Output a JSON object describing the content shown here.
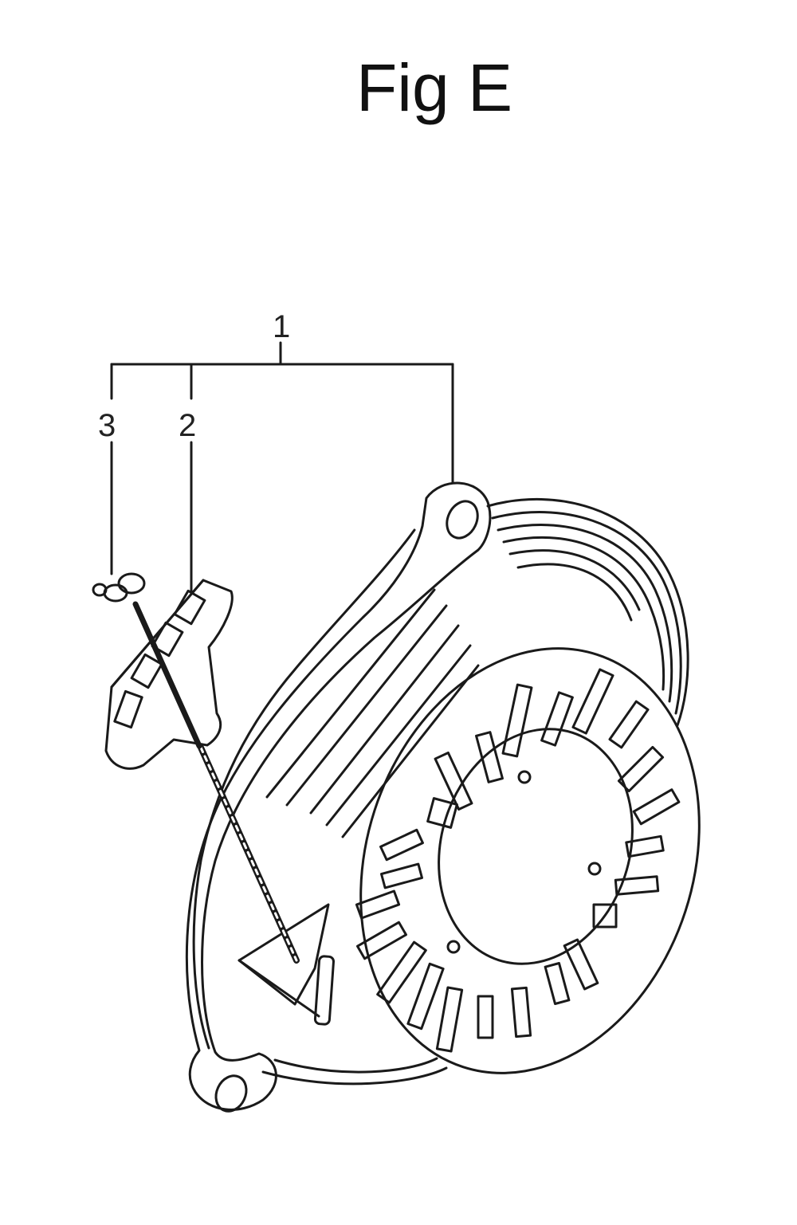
{
  "figure": {
    "title": "Fig E",
    "callouts": {
      "one": "1",
      "two": "2",
      "three": "3"
    }
  },
  "colors": {
    "line": "#1a1a1a",
    "background": "#ffffff"
  }
}
